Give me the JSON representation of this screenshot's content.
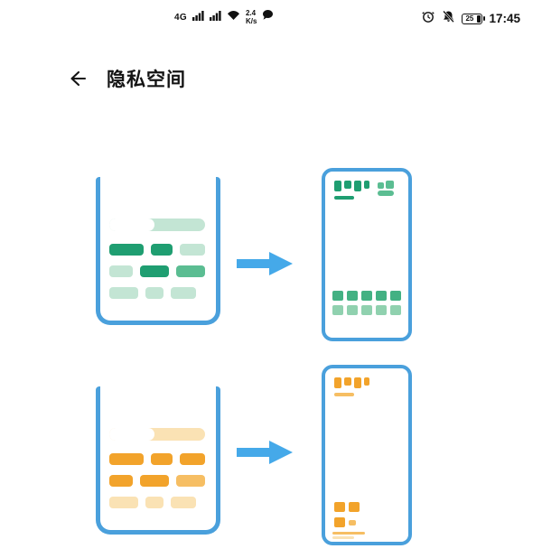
{
  "colors": {
    "blue": "#4AA0DC",
    "arrow_blue": "#45A9E9",
    "green_dark": "#1F9E71",
    "green_mid": "#5BBD92",
    "green_light": "#C3E5D4",
    "green_grid_dark": "#43B183",
    "green_grid_light": "#90D1AF",
    "orange_dark": "#F2A32B",
    "orange_mid": "#F6BE63",
    "orange_light": "#FAE2B4",
    "ink": "#111111"
  },
  "status_bar": {
    "network": "4G",
    "speed_value": "2.4",
    "speed_unit": "K/s",
    "battery_level": "25",
    "time": "17:45",
    "icons": [
      "signal-bars-icon",
      "signal-bars-icon",
      "wifi-icon",
      "message-bubble-icon",
      "alarm-clock-icon",
      "notifications-off-icon",
      "battery-icon"
    ]
  },
  "header": {
    "title": "隐私空间",
    "back_icon": "back-arrow-icon"
  },
  "illustration": {
    "rows": [
      {
        "theme": "green"
      },
      {
        "theme": "orange"
      }
    ]
  }
}
